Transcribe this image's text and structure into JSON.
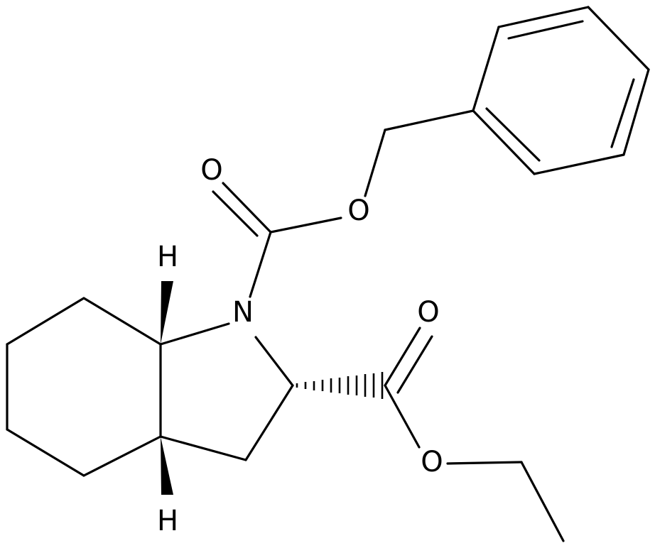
{
  "structure": {
    "atoms": {
      "N1": "N",
      "O_carbamate_carbonyl": "O",
      "O_benzyl_ether": "O",
      "O_ester_carbonyl": "O",
      "O_ethyl_ester": "O",
      "H_C7a": "H",
      "H_C3a": "H"
    }
  },
  "colors": {
    "bond": "#000000",
    "label": "#000000",
    "background": "#ffffff"
  }
}
